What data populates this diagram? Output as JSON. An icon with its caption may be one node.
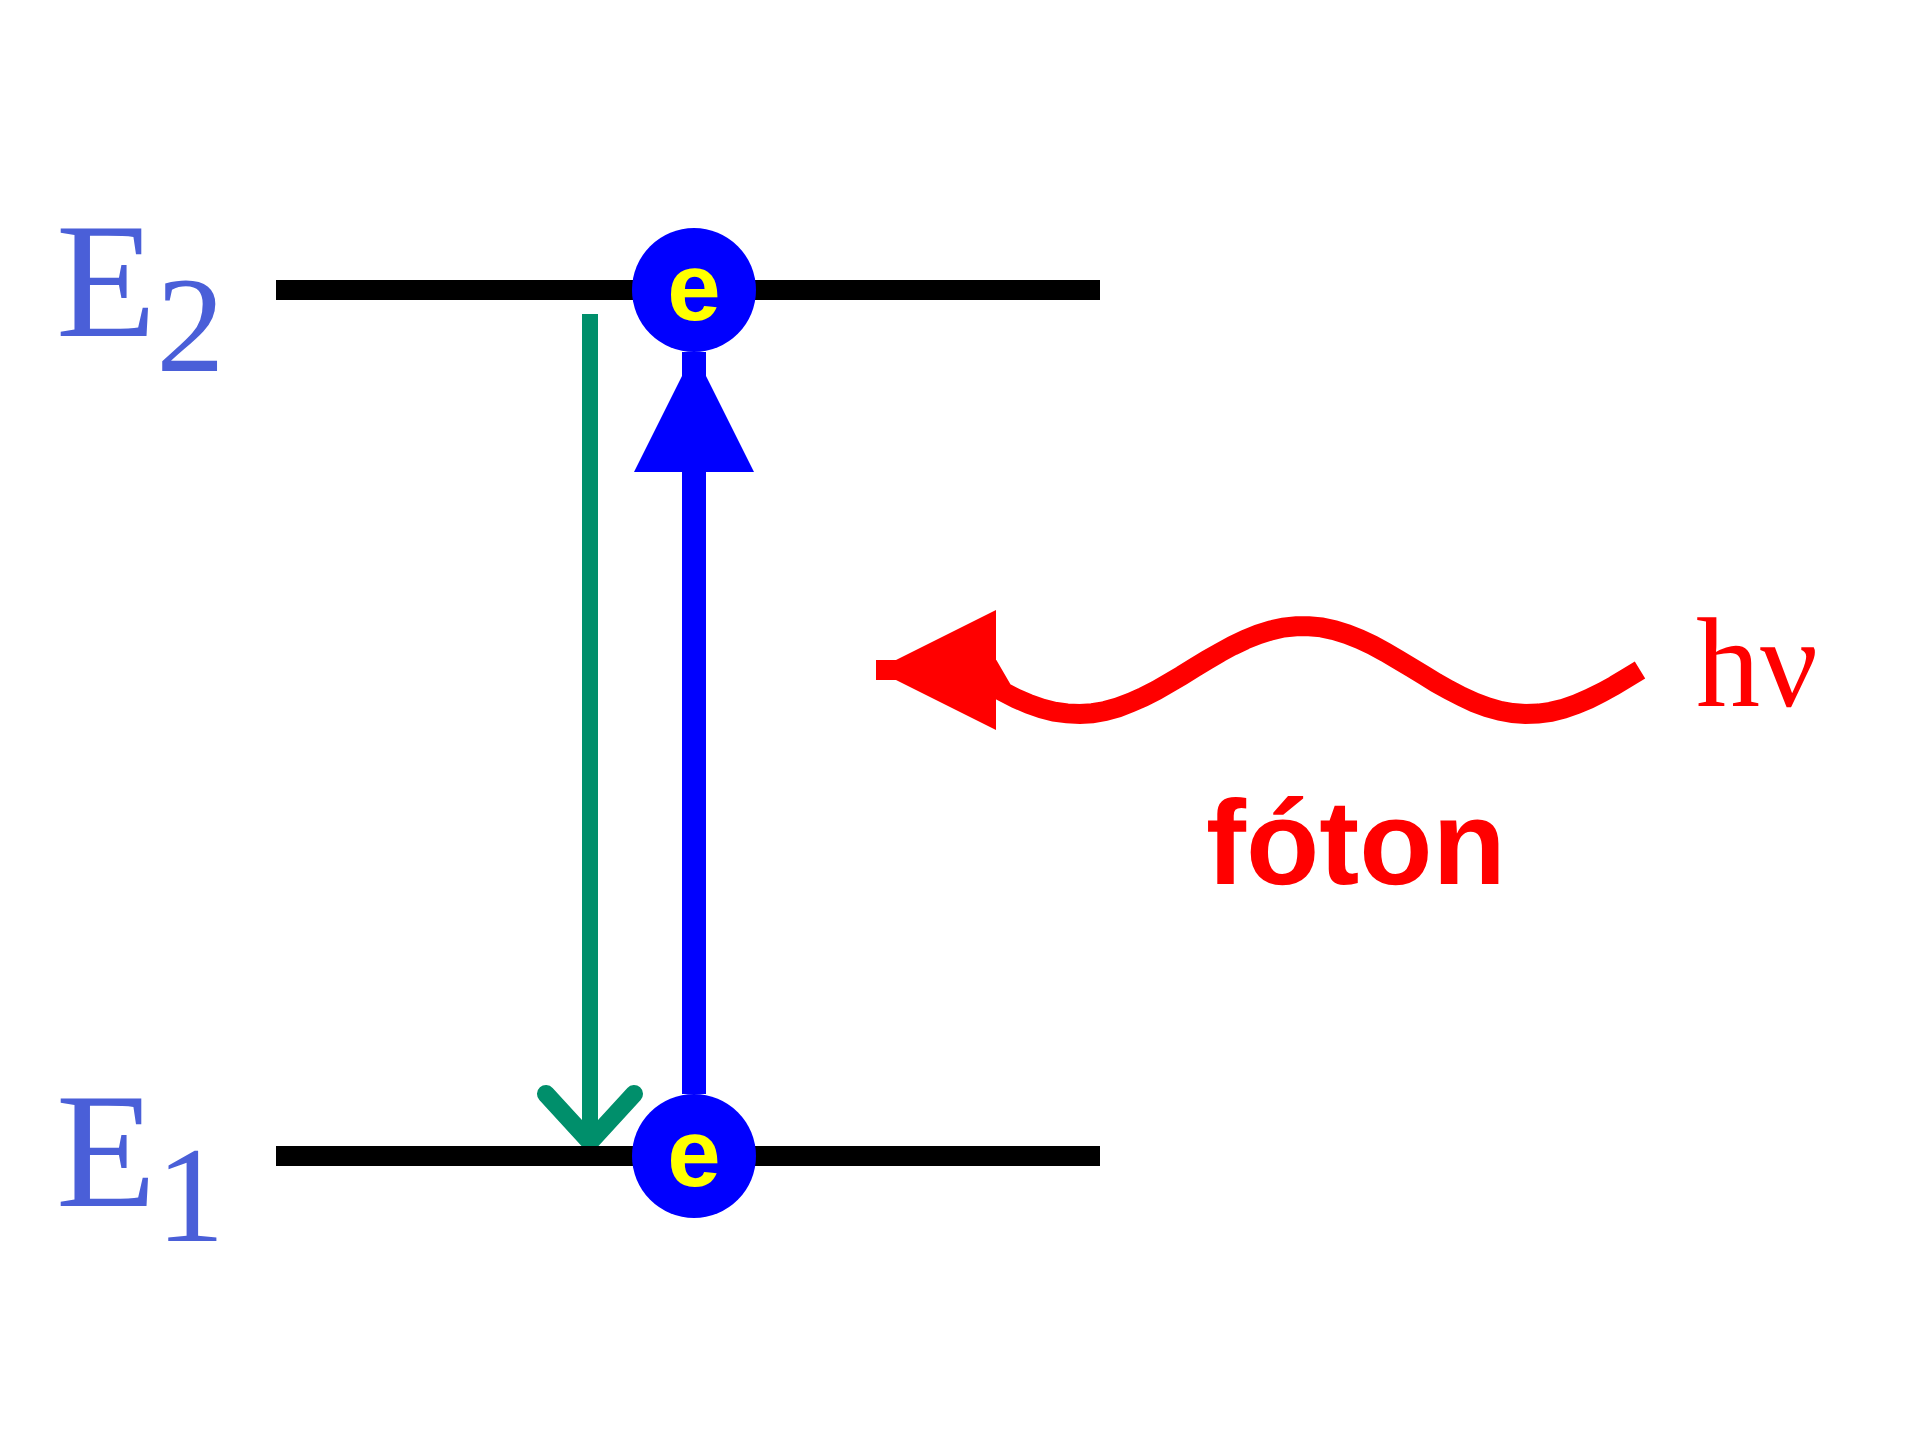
{
  "diagram": {
    "nodes": [
      {
        "text": [],
        "shape": "bar",
        "beside": [
          "E$_{2}$"
        ]
      },
      {
        "text": [],
        "shape": "bar",
        "beside": [
          "E$_{1}$"
        ]
      },
      {
        "text": [
          "e"
        ]
      },
      {
        "text": [
          "e"
        ]
      },
      {
        "text": [
          "hν"
        ]
      }
    ],
    "edges": [
      {
        "from": 3,
        "to": 2,
        "arrow": "to",
        "color": "#0000ff"
      },
      {
        "from": 0,
        "to": 1,
        "arrow": "to",
        "color": "#008f6b"
      },
      {
        "from": 4,
        "to": null,
        "arrow": "to",
        "label": "fóton",
        "color": "#ff0000"
      }
    ]
  }
}
